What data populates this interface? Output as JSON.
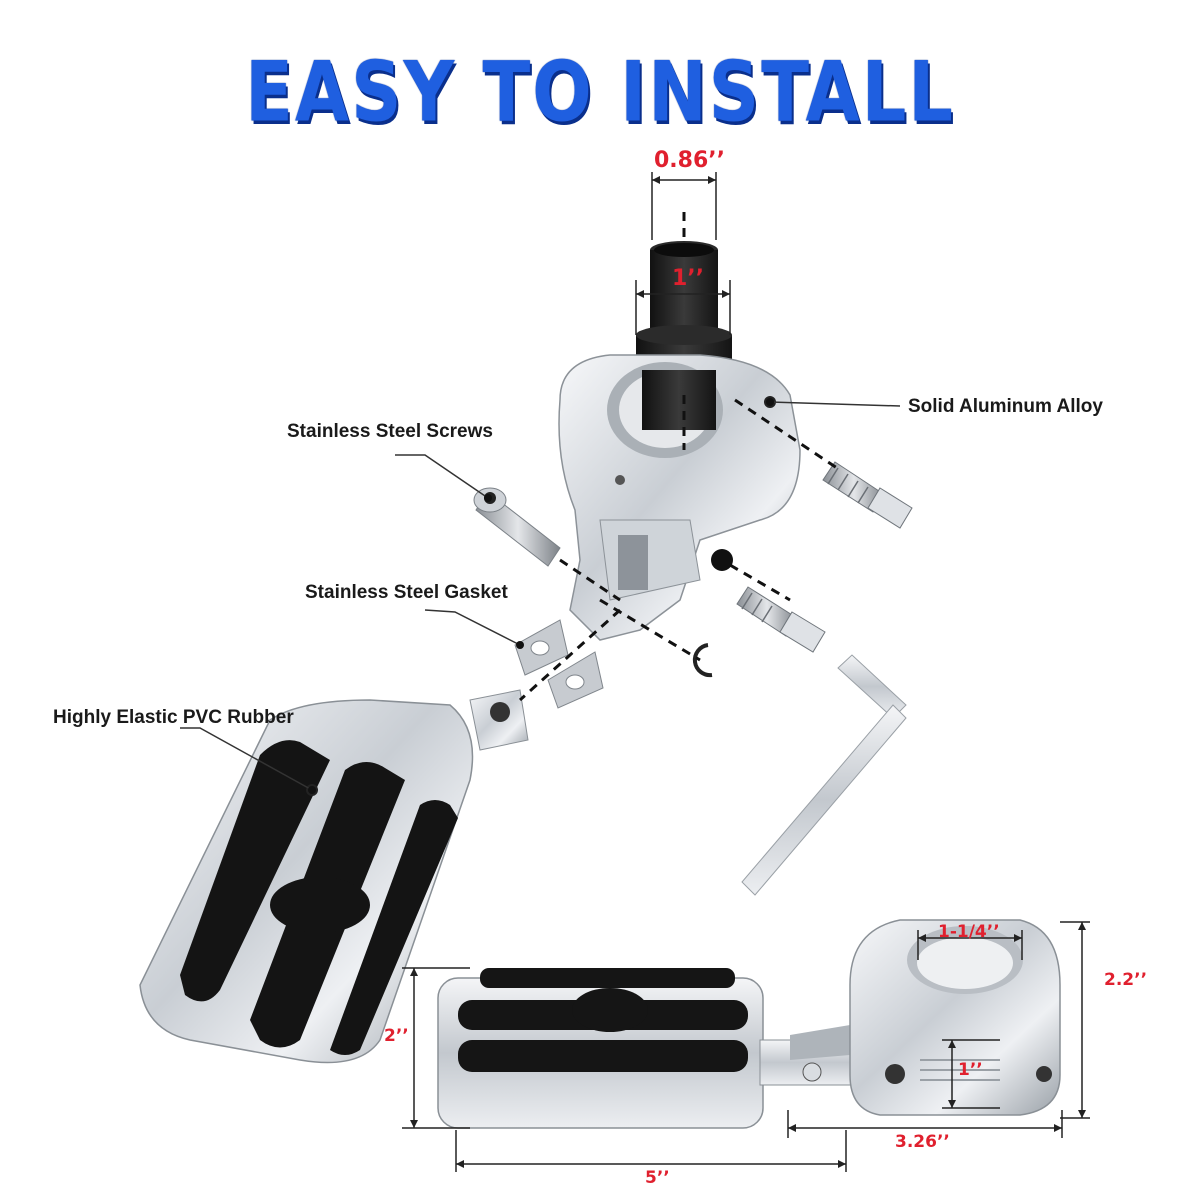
{
  "title": "EASY TO INSTALL",
  "callouts": {
    "screws": "Stainless Steel Screws",
    "alloy": "Solid Aluminum Alloy",
    "gasket": "Stainless Steel Gasket",
    "rubber": "Highly Elastic PVC Rubber"
  },
  "dimensions": {
    "inner_bushing": "0.86’’",
    "outer_bushing": "1’’",
    "clamp_inner": "1-1/4’’",
    "clamp_height": "2.2’’",
    "peg_height": "2’’",
    "mount_height": "1’’",
    "mount_length": "3.26’’",
    "peg_length": "5’’"
  },
  "colors": {
    "title": "#1f5fe0",
    "dimension": "#e0202e",
    "chrome": "#d9dde2",
    "rubber": "#1b1b1b"
  }
}
